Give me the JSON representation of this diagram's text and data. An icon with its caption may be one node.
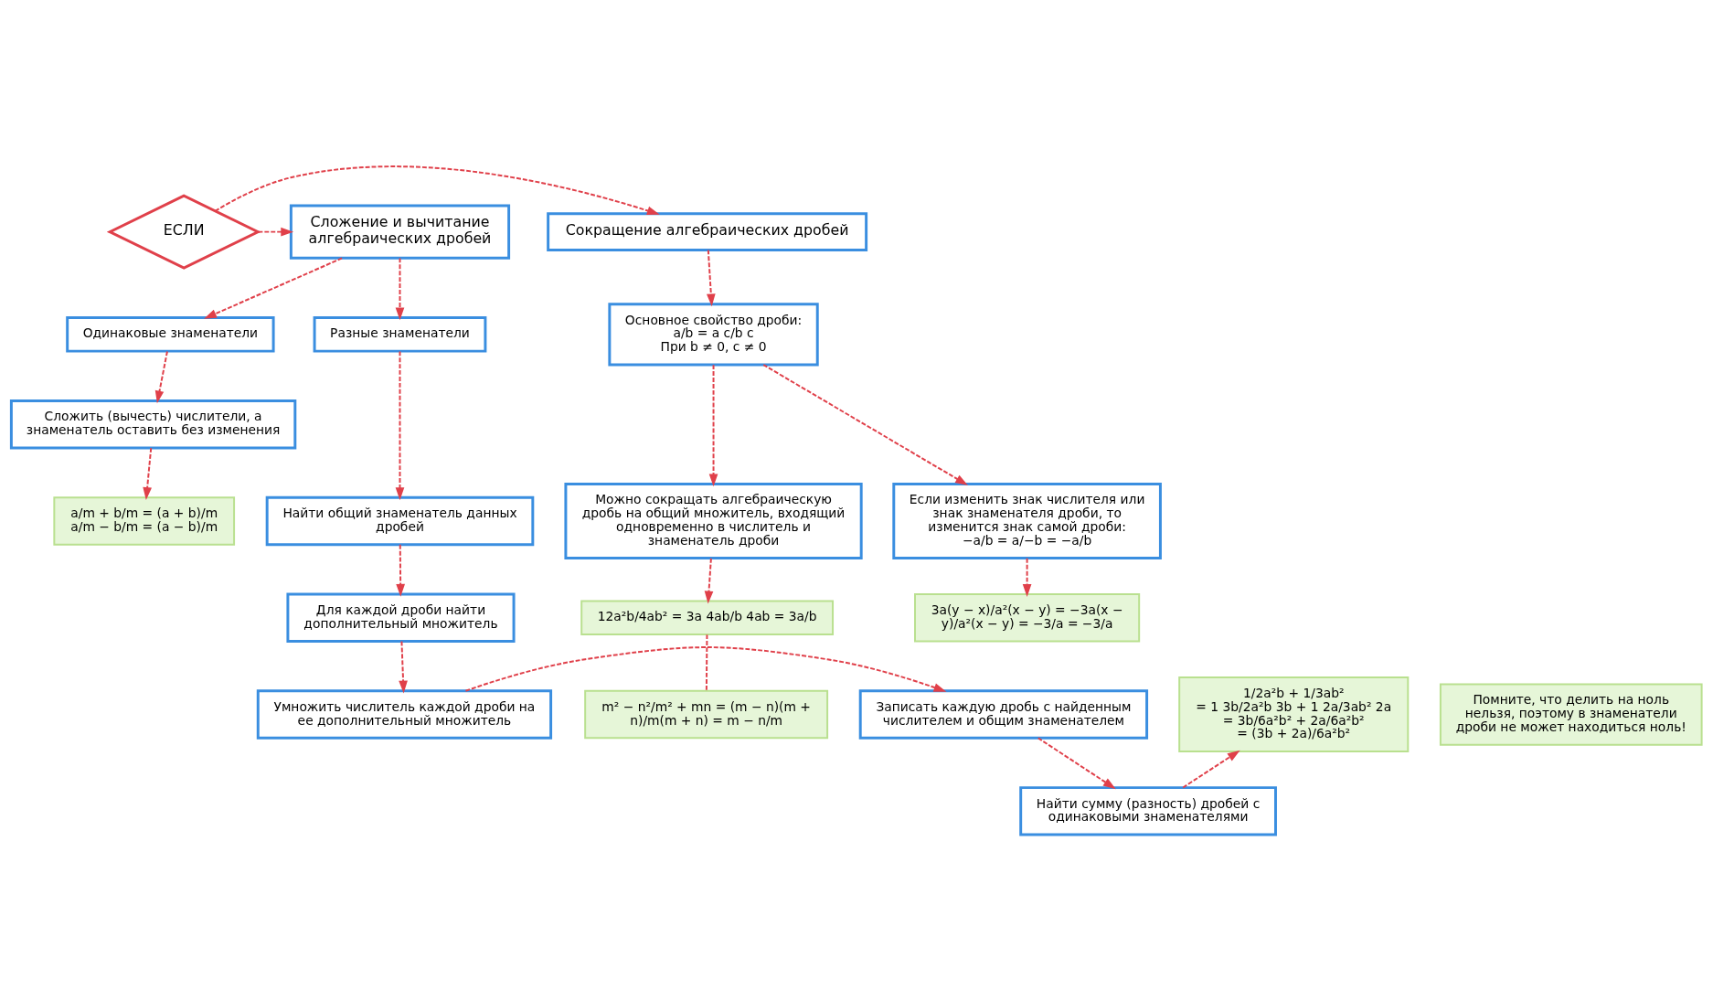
{
  "diagram": {
    "nodes": [
      {
        "text": [
          "Сокращение алгебраических дробей"
        ]
      },
      {
        "text": [
          "ЕСЛИ"
        ]
      },
      {
        "text": [
          "Сложение и вычитание алгебраических дробей"
        ]
      },
      {
        "text": [
          "Основное свойство дроби:",
          "a/b = a c/b c",
          "При b ≠ 0, c ≠ 0"
        ]
      },
      {
        "text": [
          "Одинаковые знаменатели"
        ]
      },
      {
        "text": [
          "Разные знаменатели"
        ]
      },
      {
        "text": [
          "Сложить (вычесть) числители, а знаменатель оставить без изменения"
        ]
      },
      {
        "text": [
          "Найти общий знаменатель данных дробей"
        ]
      },
      {
        "text": [
          "Можно сокращать алгебраическую дробь на общий множитель, входящий одновременно в числитель и знаменатель дроби"
        ]
      },
      {
        "text": [
          "Если изменить знак числителя или знак знаменателя дроби, то изменится знак самой дроби:",
          "−a/b = a/−b = −a/b"
        ]
      },
      {
        "text": [
          "a/m + b/m = (a + b)/m",
          "a/m − b/m = (a − b)/m"
        ]
      },
      {
        "text": [
          "Для каждой дроби найти дополнительный множитель"
        ]
      },
      {
        "text": [
          "Умножить числитель каждой дроби на ее дополнительный множитель"
        ]
      },
      {
        "text": [
          "12a²b/4ab² = 3a 4ab/b 4ab = 3a/b"
        ]
      },
      {
        "text": [
          "3a(y − x)/a²(x − y) = −3a(x − y)/a²(x − y) = −3/a = −3/a"
        ]
      },
      {
        "text": [
          "1/2a²b + 1/3ab²",
          "= 1 3b/2a²b 3b + 1 2a/3ab² 2a",
          "= 3b/6a²b² + 2a/6a²b²",
          "= (3b + 2a)/6a²b²"
        ]
      },
      {
        "text": [
          "Записать каждую дробь с найденным числителем и общим знаменателем"
        ]
      },
      {
        "text": [
          "m² − n²/m² + mn = (m − n)(m + n)/m(m + n) = m − n/m"
        ]
      },
      {
        "text": [
          "Помните, что делить на ноль нельзя, поэтому в знаменатели дроби не может находиться ноль!"
        ]
      },
      {
        "text": [
          "Найти сумму (разность) дробей с одинаковыми знаменателями"
        ]
      }
    ],
    "edges": [
      {
        "from": 1,
        "to": 0,
        "arrow": "to",
        "style": "dashed"
      },
      {
        "from": 1,
        "to": 2,
        "arrow": "to",
        "style": "dashed"
      },
      {
        "from": 0,
        "to": 3,
        "arrow": "to",
        "style": "dashed"
      },
      {
        "from": 2,
        "to": 4,
        "arrow": "to",
        "style": "dashed"
      },
      {
        "from": 2,
        "to": 5,
        "arrow": "to",
        "style": "dashed"
      },
      {
        "from": 3,
        "to": 8,
        "arrow": "to",
        "style": "dashed"
      },
      {
        "from": 3,
        "to": 9,
        "arrow": "to",
        "style": "dashed"
      },
      {
        "from": 4,
        "to": 6,
        "arrow": "to",
        "style": "dashed"
      },
      {
        "from": 5,
        "to": 7,
        "arrow": "to",
        "style": "dashed"
      },
      {
        "from": 6,
        "to": 10,
        "arrow": "to",
        "style": "dashed"
      },
      {
        "from": 7,
        "to": 11,
        "arrow": "to",
        "style": "dashed"
      },
      {
        "from": 8,
        "to": 13,
        "arrow": "to",
        "style": "dashed"
      },
      {
        "from": 9,
        "to": 14,
        "arrow": "to",
        "style": "dashed"
      },
      {
        "from": 11,
        "to": 12,
        "arrow": "to",
        "style": "dashed"
      },
      {
        "from": 13,
        "to": 17,
        "arrow": "none",
        "style": "dashed"
      },
      {
        "from": 12,
        "to": 16,
        "arrow": "to",
        "style": "dashed"
      },
      {
        "from": 16,
        "to": 19,
        "arrow": "to",
        "style": "dashed"
      },
      {
        "from": 19,
        "to": 15,
        "arrow": "to",
        "style": "dashed"
      }
    ]
  }
}
